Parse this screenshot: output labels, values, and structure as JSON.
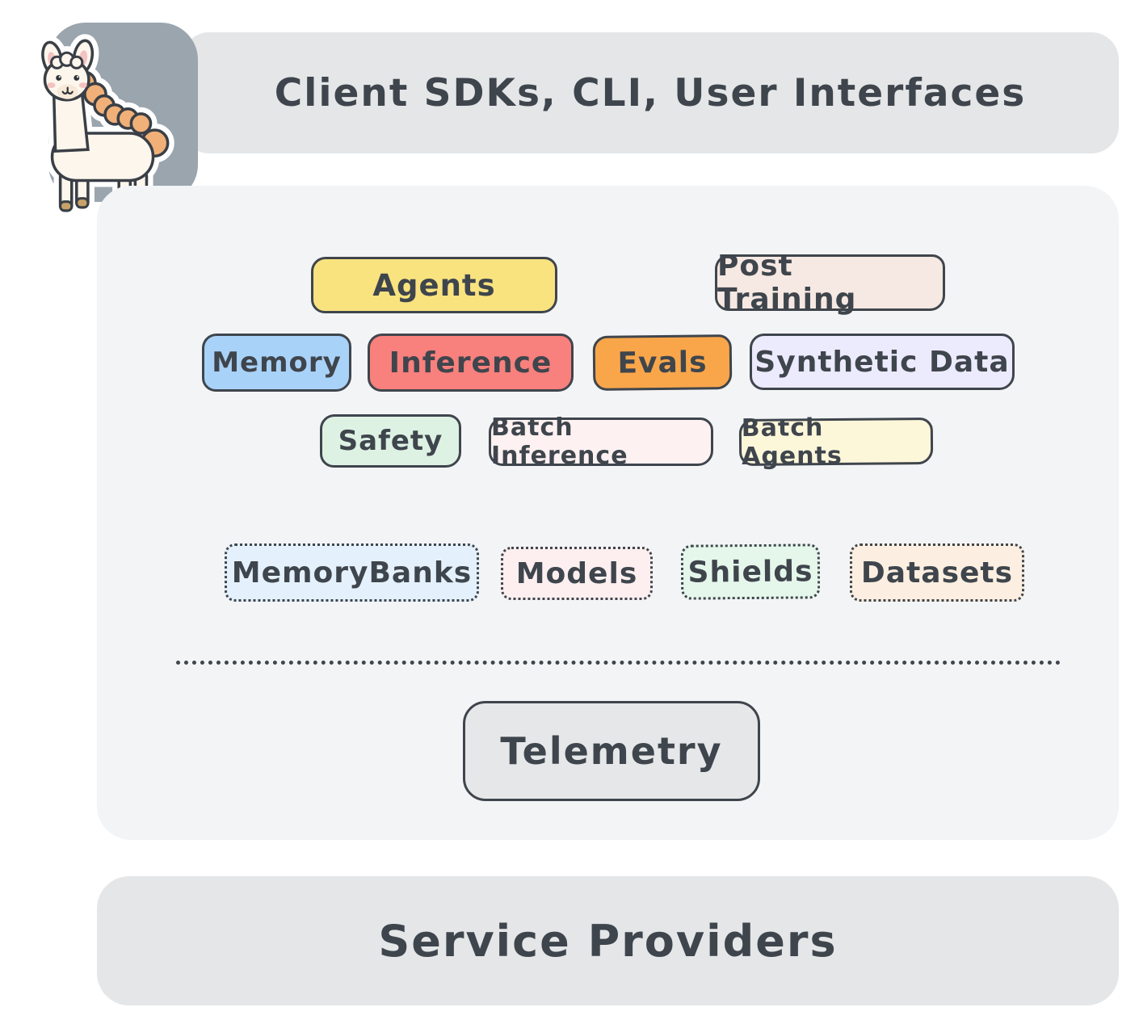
{
  "header": {
    "title": "Client SDKs, CLI, User Interfaces"
  },
  "logo": {
    "name": "llama-mascot"
  },
  "api_layer": {
    "boxes": {
      "agents": {
        "label": "Agents",
        "bg": "#f9e37f"
      },
      "post_training": {
        "label": "Post Training",
        "bg": "#f6e8e2"
      },
      "memory": {
        "label": "Memory",
        "bg": "#a9d2f8"
      },
      "inference": {
        "label": "Inference",
        "bg": "#f8807d"
      },
      "evals": {
        "label": "Evals",
        "bg": "#f9a64b"
      },
      "synthetic_data": {
        "label": "Synthetic Data",
        "bg": "#eceafd"
      },
      "safety": {
        "label": "Safety",
        "bg": "#def2e4"
      },
      "batch_inference": {
        "label": "Batch Inference",
        "bg": "#fdf1f1"
      },
      "batch_agents": {
        "label": "Batch Agents",
        "bg": "#fdf7da"
      }
    },
    "resources": {
      "memorybanks": {
        "label": "MemoryBanks",
        "bg": "#e4f1fc"
      },
      "models": {
        "label": "Models",
        "bg": "#fdefef"
      },
      "shields": {
        "label": "Shields",
        "bg": "#e5f6eb"
      },
      "datasets": {
        "label": "Datasets",
        "bg": "#fcefe1"
      }
    },
    "telemetry": {
      "label": "Telemetry",
      "bg": "#e5e7e9"
    }
  },
  "footer": {
    "title": "Service Providers"
  },
  "colors": {
    "text": "#3f454c",
    "panel": "#f3f4f6",
    "banner": "#e4e6e8",
    "tile": "#9aa5ae"
  }
}
